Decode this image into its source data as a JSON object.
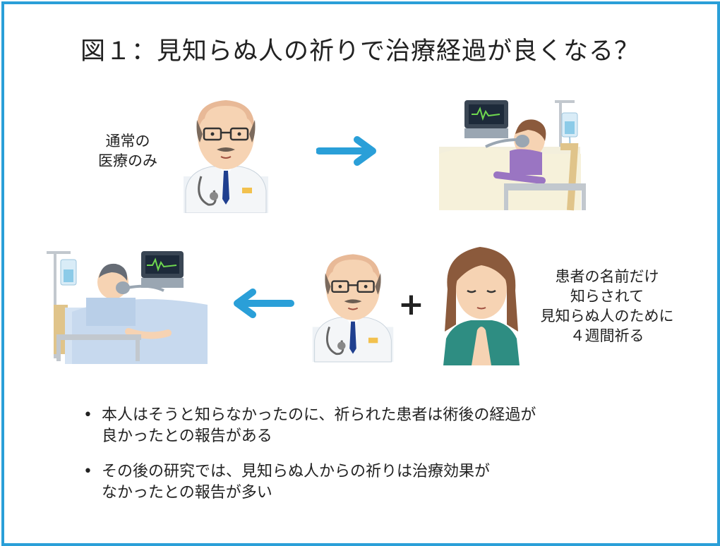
{
  "title": "図１：見知らぬ人の祈りで治療経過が良くなる？",
  "doctor_label_lines": [
    "通常の",
    "医療のみ"
  ],
  "prayer_label_lines": [
    "患者の名前だけ",
    "知らされて",
    "見知らぬ人のために",
    "４週間祈る"
  ],
  "plus_sign": "+",
  "bullets": [
    {
      "marker": "•",
      "lines": [
        "本人はそうと知らなかったのに、祈られた患者は術後の経過が",
        "良かったとの報告がある"
      ]
    },
    {
      "marker": "•",
      "lines": [
        "その後の研究では、見知らぬ人からの祈りは治療効果が",
        "なかったとの報告が多い"
      ]
    }
  ],
  "colors": {
    "border": "#2a9fd8",
    "arrow": "#2a9fd8",
    "text": "#222222"
  },
  "icons": [
    "doctor-icon",
    "patient-in-bed-icon",
    "arrow-right-icon",
    "arrow-left-icon",
    "praying-woman-icon",
    "heart-monitor-icon",
    "iv-drip-icon"
  ]
}
